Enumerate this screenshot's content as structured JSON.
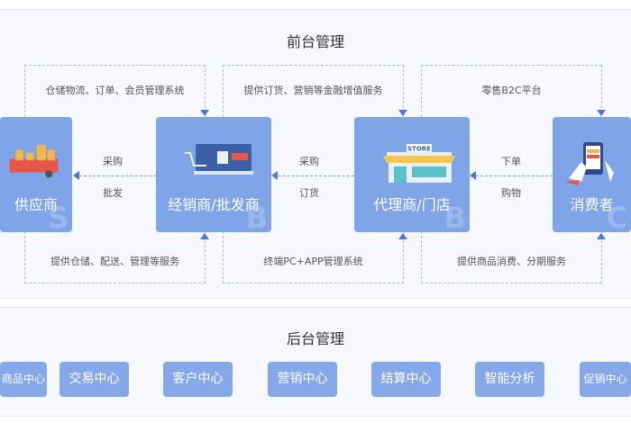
{
  "front": {
    "title": "前台管理",
    "services_top": [
      "仓储物流、订单、会员管理系统",
      "提供订货、营销等金融增值服务",
      "零售B2C平台"
    ],
    "services_bottom": [
      "提供仓储、配送、管理等服务",
      "终端PC+APP管理系统",
      "提供商品消费、分期服务"
    ],
    "nodes": [
      {
        "name": "供应商",
        "mark": "S",
        "icon": "truck-icon"
      },
      {
        "name": "经销商/批发商",
        "mark": "B",
        "icon": "computer-cart-icon"
      },
      {
        "name": "代理商/门店",
        "mark": "B",
        "icon": "store-icon",
        "sign": "STORE"
      },
      {
        "name": "消费者",
        "mark": "C",
        "icon": "phone-hand-icon"
      }
    ],
    "flows": [
      {
        "top": "采购",
        "bottom": "批发"
      },
      {
        "top": "采购",
        "bottom": "订货"
      },
      {
        "top": "下单",
        "bottom": "购物"
      }
    ]
  },
  "back": {
    "title": "后台管理",
    "modules": [
      "商品中心",
      "交易中心",
      "客户中心",
      "营销中心",
      "结算中心",
      "智能分析",
      "促销中心"
    ]
  },
  "colors": {
    "node": "#7fa4e8",
    "module": "#86a7e8",
    "arrow": "#4a78d6"
  }
}
